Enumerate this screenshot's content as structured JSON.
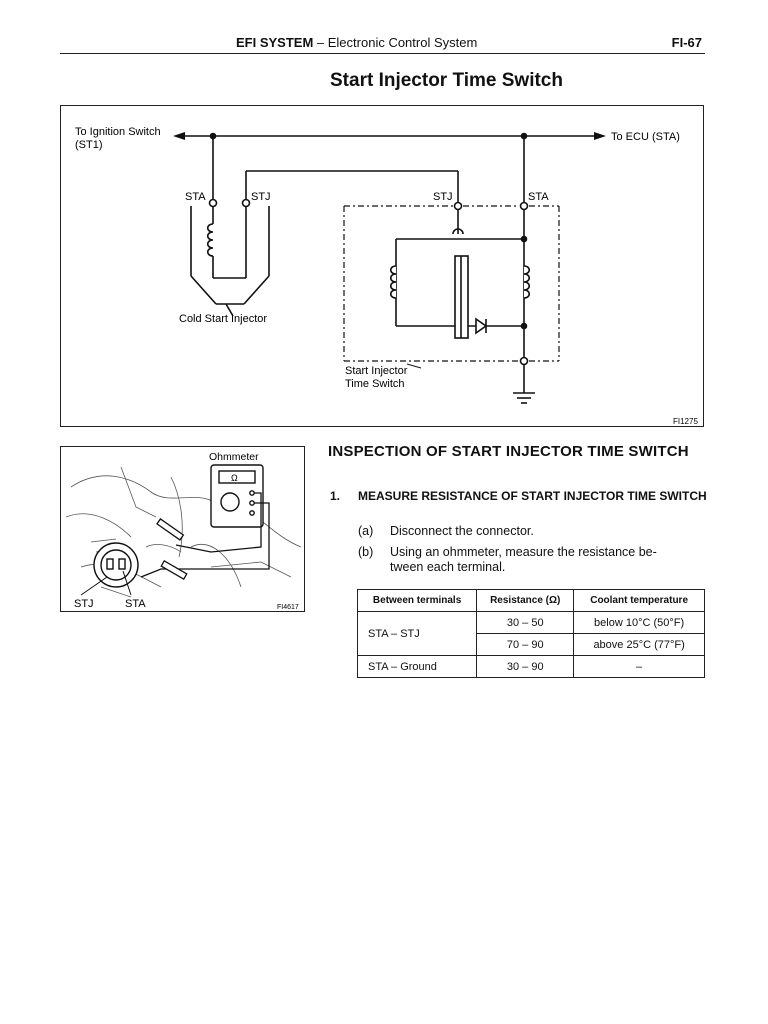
{
  "header": {
    "section_bold": "EFI SYSTEM",
    "section_rest": " – Electronic Control System",
    "page_number": "FI-67"
  },
  "page_title": "Start Injector Time Switch",
  "diagram": {
    "label_ignition_line1": "To Ignition Switch",
    "label_ignition_line2": "(ST1)",
    "label_ecu": "To ECU (STA)",
    "label_sta_left": "STA",
    "label_stj_left": "STJ",
    "label_stj_right": "STJ",
    "label_sta_right": "STA",
    "label_cold_start_injector": "Cold Start Injector",
    "label_time_switch_line1": "Start Injector",
    "label_time_switch_line2": "Time Switch",
    "figure_id": "FI1275"
  },
  "photo": {
    "label_ohmmeter": "Ohmmeter",
    "meter_symbol": "Ω",
    "label_stj": "STJ",
    "label_sta": "STA",
    "figure_id": "FI4617"
  },
  "section_title": "INSPECTION OF START INJECTOR TIME SWITCH",
  "step": {
    "number": "1.",
    "title": "MEASURE RESISTANCE OF START INJECTOR TIME SWITCH",
    "sub_a_label": "(a)",
    "sub_a_text": "Disconnect the connector.",
    "sub_b_label": "(b)",
    "sub_b_text_line1": "Using an ohmmeter, measure the resistance be-",
    "sub_b_text_line2": "tween each terminal."
  },
  "table": {
    "headers": [
      "Between terminals",
      "Resistance (Ω)",
      "Coolant temperature"
    ],
    "rows": [
      {
        "terminals": "STA – STJ",
        "resistance": "30 – 50",
        "coolant": "below 10°C (50°F)"
      },
      {
        "terminals": "",
        "resistance": "70 – 90",
        "coolant": "above 25°C (77°F)"
      },
      {
        "terminals": "STA – Ground",
        "resistance": "30 – 90",
        "coolant": "–"
      }
    ]
  }
}
